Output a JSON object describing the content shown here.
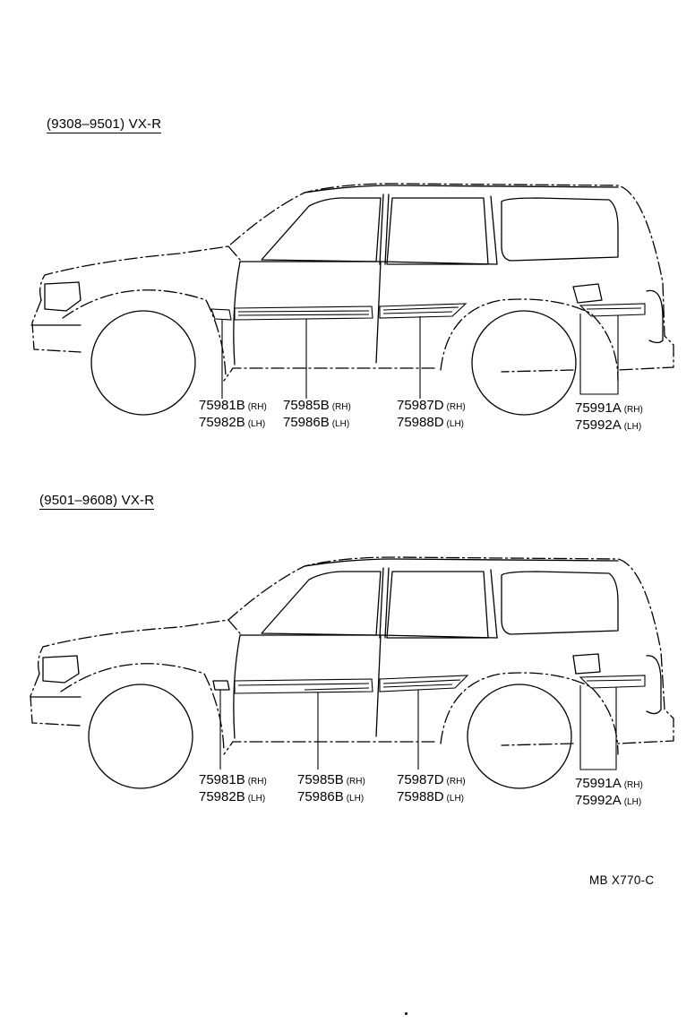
{
  "sections": [
    {
      "title": "(9308–9501) VX-R",
      "labels": [
        {
          "rh": "75981B",
          "rh_side": "(RH)",
          "lh": "75982B",
          "lh_side": "(LH)"
        },
        {
          "rh": "75985B",
          "rh_side": "(RH)",
          "lh": "75986B",
          "lh_side": "(LH)"
        },
        {
          "rh": "75987D",
          "rh_side": "(RH)",
          "lh": "75988D",
          "lh_side": "(LH)"
        },
        {
          "rh": "75991A",
          "rh_side": "(RH)",
          "lh": "75992A",
          "lh_side": "(LH)"
        }
      ]
    },
    {
      "title": "(9501–9608) VX-R",
      "labels": [
        {
          "rh": "75981B",
          "rh_side": "(RH)",
          "lh": "75982B",
          "lh_side": "(LH)"
        },
        {
          "rh": "75985B",
          "rh_side": "(RH)",
          "lh": "75986B",
          "lh_side": "(LH)"
        },
        {
          "rh": "75987D",
          "rh_side": "(RH)",
          "lh": "75988D",
          "lh_side": "(LH)"
        },
        {
          "rh": "75991A",
          "rh_side": "(RH)",
          "lh": "75992A",
          "lh_side": "(LH)"
        }
      ]
    }
  ],
  "drawing_code": "MB  X770-C"
}
